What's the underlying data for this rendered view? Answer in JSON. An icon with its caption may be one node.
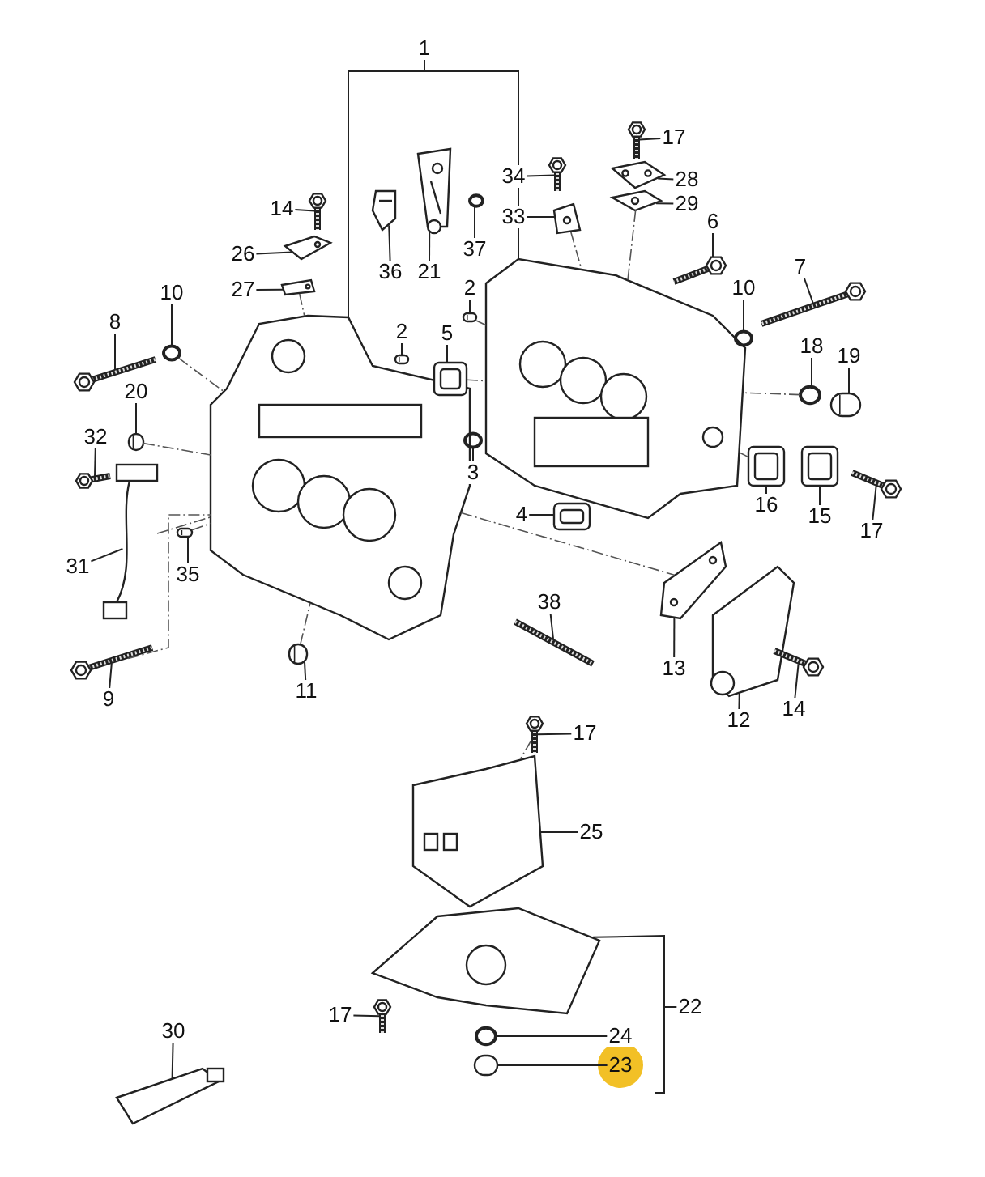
{
  "diagram": {
    "nodes": [
      {
        "text": [
          "1"
        ]
      },
      {
        "text": [
          "14"
        ]
      },
      {
        "text": [
          "26"
        ]
      },
      {
        "text": [
          "27"
        ]
      },
      {
        "text": [
          "36"
        ]
      },
      {
        "text": [
          "21"
        ]
      },
      {
        "text": [
          "37"
        ]
      },
      {
        "text": [
          "2"
        ]
      },
      {
        "text": [
          "2"
        ]
      },
      {
        "text": [
          "5"
        ]
      },
      {
        "text": [
          "10"
        ]
      },
      {
        "text": [
          "8"
        ]
      },
      {
        "text": [
          "20"
        ]
      },
      {
        "text": [
          "32"
        ]
      },
      {
        "text": [
          "3"
        ]
      },
      {
        "text": [
          "35"
        ]
      },
      {
        "text": [
          "31"
        ]
      },
      {
        "text": [
          "9"
        ]
      },
      {
        "text": [
          "11"
        ]
      },
      {
        "text": [
          "38"
        ]
      },
      {
        "text": [
          "17"
        ]
      },
      {
        "text": [
          "34"
        ]
      },
      {
        "text": [
          "28"
        ]
      },
      {
        "text": [
          "29"
        ]
      },
      {
        "text": [
          "33"
        ]
      },
      {
        "text": [
          "6"
        ]
      },
      {
        "text": [
          "7"
        ]
      },
      {
        "text": [
          "10"
        ]
      },
      {
        "text": [
          "18"
        ]
      },
      {
        "text": [
          "19"
        ]
      },
      {
        "text": [
          "4"
        ]
      },
      {
        "text": [
          "16"
        ]
      },
      {
        "text": [
          "15"
        ]
      },
      {
        "text": [
          "17"
        ]
      },
      {
        "text": [
          "13"
        ]
      },
      {
        "text": [
          "12"
        ]
      },
      {
        "text": [
          "14"
        ]
      },
      {
        "text": [
          "17"
        ]
      },
      {
        "text": [
          "25"
        ]
      },
      {
        "text": [
          "22"
        ]
      },
      {
        "text": [
          "17"
        ]
      },
      {
        "text": [
          "24"
        ]
      },
      {
        "text": [
          "23"
        ]
      },
      {
        "text": [
          "30"
        ]
      },
      {
        "text": [],
        "shape": "picture"
      },
      {
        "text": [],
        "shape": "picture"
      },
      {
        "text": [],
        "shape": "picture"
      },
      {
        "text": [],
        "shape": "picture"
      },
      {
        "text": [],
        "shape": "picture"
      },
      {
        "text": [],
        "shape": "picture"
      },
      {
        "text": [],
        "shape": "picture"
      },
      {
        "text": [],
        "shape": "circle"
      },
      {
        "text": [],
        "shape": "box"
      },
      {
        "text": [],
        "shape": "box"
      },
      {
        "text": [],
        "shape": "picture"
      },
      {
        "text": [],
        "shape": "circle"
      },
      {
        "text": [],
        "shape": "picture"
      },
      {
        "text": [],
        "shape": "box"
      },
      {
        "text": [],
        "shape": "picture"
      },
      {
        "text": [],
        "shape": "picture"
      },
      {
        "text": [],
        "shape": "circle"
      },
      {
        "text": [],
        "shape": "box"
      },
      {
        "text": [],
        "shape": "picture"
      },
      {
        "text": [],
        "shape": "box"
      },
      {
        "text": [],
        "shape": "picture"
      },
      {
        "text": [],
        "shape": "picture"
      },
      {
        "text": [],
        "shape": "picture"
      },
      {
        "text": [],
        "shape": "picture"
      },
      {
        "text": [],
        "shape": "picture"
      },
      {
        "text": [],
        "shape": "picture"
      },
      {
        "text": [],
        "shape": "picture"
      },
      {
        "text": [],
        "shape": "circle"
      },
      {
        "text": [],
        "shape": "picture"
      },
      {
        "text": [],
        "shape": "circle"
      },
      {
        "text": [],
        "shape": "box"
      },
      {
        "text": [],
        "shape": "picture"
      },
      {
        "text": [],
        "shape": "picture"
      },
      {
        "text": [],
        "shape": "picture"
      },
      {
        "text": [],
        "shape": "picture"
      },
      {
        "text": [],
        "shape": "picture"
      },
      {
        "text": [],
        "shape": "picture"
      },
      {
        "text": [],
        "shape": "picture"
      },
      {
        "text": [],
        "shape": "picture"
      },
      {
        "text": [],
        "shape": "picture"
      },
      {
        "text": [],
        "shape": "picture"
      },
      {
        "text": [],
        "shape": "picture"
      },
      {
        "text": [],
        "shape": "circle"
      },
      {
        "text": [],
        "shape": "picture"
      },
      {
        "text": [],
        "shape": "picture"
      }
    ],
    "edges": [
      {
        "from": 0,
        "to": 44,
        "arrow": "none"
      },
      {
        "from": 0,
        "to": 45,
        "arrow": "none"
      },
      {
        "from": 1,
        "to": 46,
        "arrow": "none"
      },
      {
        "from": 2,
        "to": 47,
        "arrow": "none"
      },
      {
        "from": 3,
        "to": 48,
        "arrow": "none"
      },
      {
        "from": 4,
        "to": 49,
        "arrow": "none"
      },
      {
        "from": 5,
        "to": 50,
        "arrow": "none"
      },
      {
        "from": 6,
        "to": 51,
        "arrow": "none"
      },
      {
        "from": 7,
        "to": 52,
        "arrow": "none"
      },
      {
        "from": 8,
        "to": 53,
        "arrow": "none"
      },
      {
        "from": 9,
        "to": 54,
        "arrow": "none"
      },
      {
        "from": 10,
        "to": 55,
        "arrow": "none"
      },
      {
        "from": 11,
        "to": 56,
        "arrow": "none"
      },
      {
        "from": 12,
        "to": 57,
        "arrow": "none"
      },
      {
        "from": 13,
        "to": 58,
        "arrow": "none"
      },
      {
        "from": 14,
        "to": 60,
        "arrow": "none"
      },
      {
        "from": 15,
        "to": 61,
        "arrow": "none"
      },
      {
        "from": 16,
        "to": 59,
        "arrow": "none"
      },
      {
        "from": 17,
        "to": 62,
        "arrow": "none"
      },
      {
        "from": 18,
        "to": 63,
        "arrow": "none"
      },
      {
        "from": 19,
        "to": 64,
        "arrow": "none"
      },
      {
        "from": 20,
        "to": 65,
        "arrow": "none"
      },
      {
        "from": 21,
        "to": 66,
        "arrow": "none"
      },
      {
        "from": 22,
        "to": 67,
        "arrow": "none"
      },
      {
        "from": 23,
        "to": 68,
        "arrow": "none"
      },
      {
        "from": 24,
        "to": 69,
        "arrow": "none"
      },
      {
        "from": 25,
        "to": 70,
        "arrow": "none"
      },
      {
        "from": 26,
        "to": 72,
        "arrow": "none"
      },
      {
        "from": 27,
        "to": 71,
        "arrow": "none"
      },
      {
        "from": 28,
        "to": 73,
        "arrow": "none"
      },
      {
        "from": 29,
        "to": 74,
        "arrow": "none"
      },
      {
        "from": 30,
        "to": 78,
        "arrow": "none"
      },
      {
        "from": 31,
        "to": 75,
        "arrow": "none"
      },
      {
        "from": 32,
        "to": 76,
        "arrow": "none"
      },
      {
        "from": 33,
        "to": 77,
        "arrow": "none"
      },
      {
        "from": 34,
        "to": 79,
        "arrow": "none"
      },
      {
        "from": 35,
        "to": 80,
        "arrow": "none"
      },
      {
        "from": 36,
        "to": 81,
        "arrow": "none"
      },
      {
        "from": 37,
        "to": 82,
        "arrow": "none"
      },
      {
        "from": 38,
        "to": 83,
        "arrow": "none"
      },
      {
        "from": 39,
        "to": 84,
        "arrow": "none"
      },
      {
        "from": 40,
        "to": 85,
        "arrow": "none"
      },
      {
        "from": 41,
        "to": 86,
        "arrow": "none"
      },
      {
        "from": 42,
        "to": 87,
        "arrow": "none"
      },
      {
        "from": 43,
        "to": 88,
        "arrow": "none"
      },
      {
        "from": 55,
        "to": 44,
        "arrow": "none",
        "style": "dashed"
      },
      {
        "from": 57,
        "to": 44,
        "arrow": "none",
        "style": "dashed"
      },
      {
        "from": 59,
        "to": 44,
        "arrow": "none",
        "style": "dashed"
      },
      {
        "from": 62,
        "to": 44,
        "arrow": "none",
        "style": "dashed"
      },
      {
        "from": 61,
        "to": 44,
        "arrow": "none",
        "style": "dashed"
      },
      {
        "from": 48,
        "to": 44,
        "arrow": "none",
        "style": "dashed"
      },
      {
        "from": 63,
        "to": 44,
        "arrow": "none",
        "style": "dashed"
      },
      {
        "from": 52,
        "to": 45,
        "arrow": "none",
        "style": "dashed"
      },
      {
        "from": 54,
        "to": 45,
        "arrow": "none",
        "style": "dashed"
      },
      {
        "from": 69,
        "to": 45,
        "arrow": "none",
        "style": "dashed"
      },
      {
        "from": 68,
        "to": 45,
        "arrow": "none",
        "style": "dashed"
      },
      {
        "from": 73,
        "to": 45,
        "arrow": "none",
        "style": "dashed"
      },
      {
        "from": 75,
        "to": 45,
        "arrow": "none",
        "style": "dashed"
      },
      {
        "from": 44,
        "to": 79,
        "arrow": "none",
        "style": "dashed"
      },
      {
        "from": 82,
        "to": 83,
        "arrow": "none",
        "style": "dashed"
      }
    ]
  }
}
